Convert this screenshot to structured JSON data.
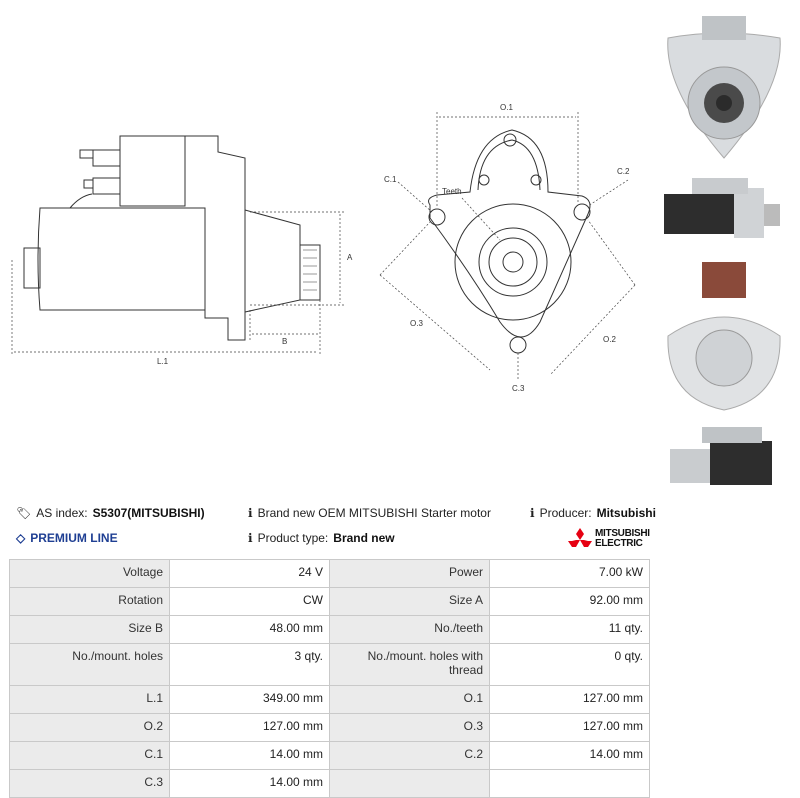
{
  "drawing": {
    "side_labels": {
      "A": "A",
      "B": "B",
      "L1": "L.1"
    },
    "front_labels": {
      "O1": "O.1",
      "O2": "O.2",
      "O3": "O.3",
      "C1": "C.1",
      "C2": "C.2",
      "C3": "C.3",
      "teeth": "Teeth"
    }
  },
  "photos": [
    {
      "name": "front-view-photo"
    },
    {
      "name": "side-view-photo-1"
    },
    {
      "name": "rear-view-photo"
    },
    {
      "name": "side-view-photo-2"
    }
  ],
  "info": {
    "as_index_label": "AS index:",
    "as_index_value": "S5307(MITSUBISHI)",
    "description": "Brand new OEM MITSUBISHI Starter motor",
    "producer_label": "Producer:",
    "producer_value": "Mitsubishi",
    "premium_line": "PREMIUM LINE",
    "product_type_label": "Product type:",
    "product_type_value": "Brand new",
    "logo_line1": "MITSUBISHI",
    "logo_line2": "ELECTRIC"
  },
  "specs": [
    [
      {
        "label": "Voltage",
        "value": "24 V"
      },
      {
        "label": "Power",
        "value": "7.00 kW"
      }
    ],
    [
      {
        "label": "Rotation",
        "value": "CW"
      },
      {
        "label": "Size A",
        "value": "92.00 mm"
      }
    ],
    [
      {
        "label": "Size B",
        "value": "48.00 mm"
      },
      {
        "label": "No./teeth",
        "value": "11 qty."
      }
    ],
    [
      {
        "label": "No./mount. holes",
        "value": "3 qty."
      },
      {
        "label": "No./mount. holes with thread",
        "value": "0 qty."
      }
    ],
    [
      {
        "label": "L.1",
        "value": "349.00 mm"
      },
      {
        "label": "O.1",
        "value": "127.00 mm"
      }
    ],
    [
      {
        "label": "O.2",
        "value": "127.00 mm"
      },
      {
        "label": "O.3",
        "value": "127.00 mm"
      }
    ],
    [
      {
        "label": "C.1",
        "value": "14.00 mm"
      },
      {
        "label": "C.2",
        "value": "14.00 mm"
      }
    ],
    [
      {
        "label": "C.3",
        "value": "14.00 mm"
      },
      {
        "label": "",
        "value": ""
      }
    ]
  ],
  "colors": {
    "premium": "#1f3f93",
    "logo_red": "#e60012"
  }
}
